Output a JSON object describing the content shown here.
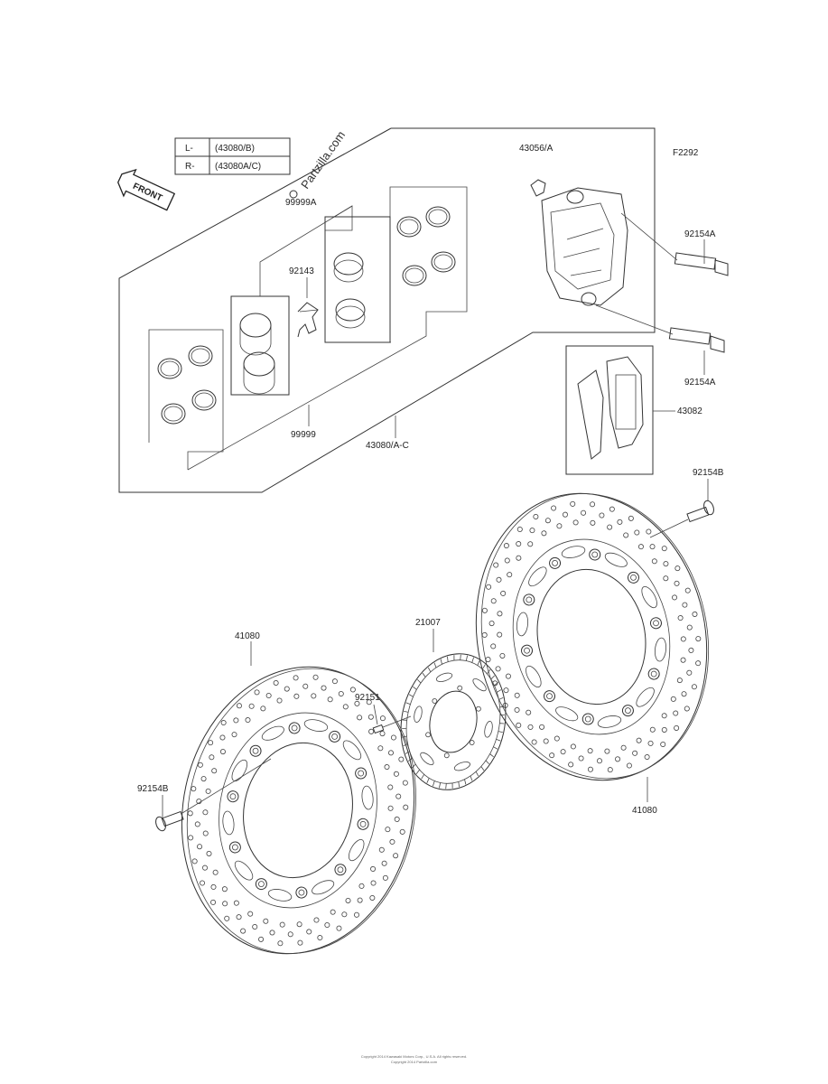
{
  "figure_code": "F2292",
  "watermark": "Partzilla.com",
  "front_label": "FRONT",
  "legend": [
    {
      "side": "L-",
      "ref": "(43080/B)"
    },
    {
      "side": "R-",
      "ref": "(43080A/C)"
    }
  ],
  "labels": {
    "caliper": "43056/A",
    "bolt_a_top": "92154A",
    "bolt_a_bottom": "92154A",
    "pads": "43082",
    "bolt_b_right": "92154B",
    "bolt_b_left": "92154B",
    "seal_kit_top": "99999A",
    "spring": "92143",
    "seal_kit_bottom": "99999",
    "caliper_assy": "43080/A-C",
    "disc_left": "41080",
    "disc_right": "41080",
    "sensor_rotor": "21007",
    "screw": "92151"
  },
  "footer": {
    "line1": "Copyright 2014 Kawasaki Motors Corp., U.S.A. All rights reserved.",
    "line2": "Copyright 2014 Partzilla.com"
  }
}
